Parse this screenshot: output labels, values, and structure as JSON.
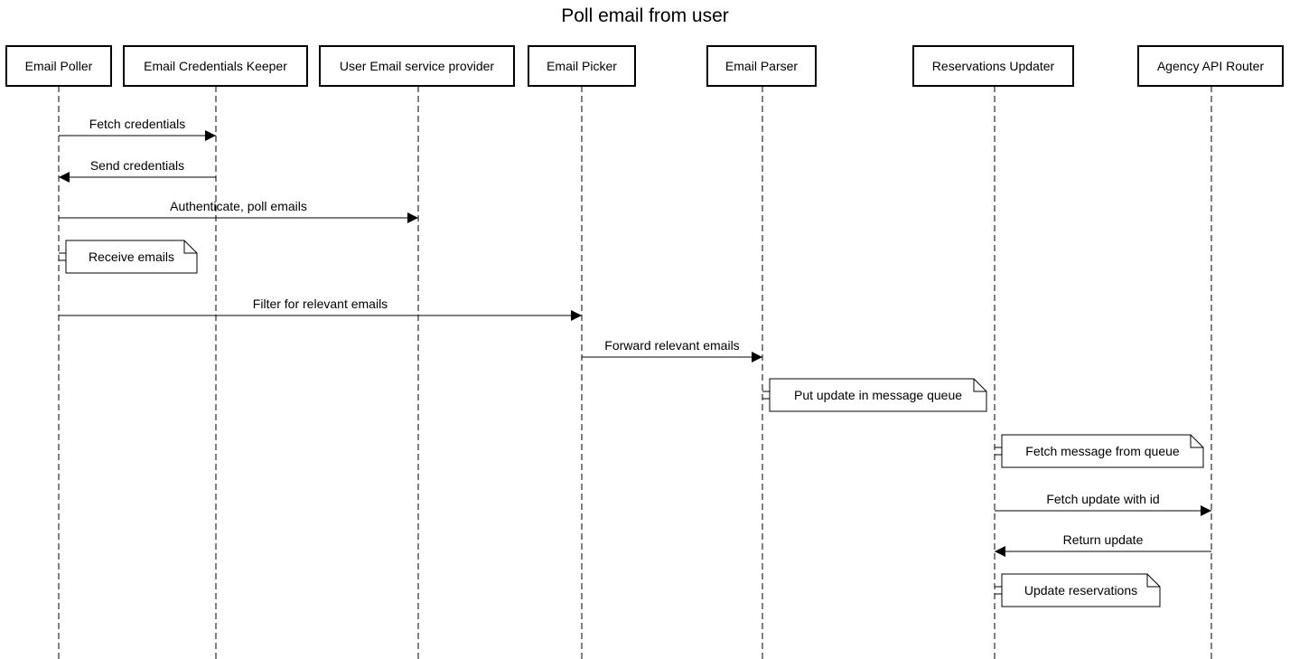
{
  "diagram": {
    "title": "Poll email from user",
    "actors": [
      {
        "id": "poller",
        "label": "Email Poller"
      },
      {
        "id": "keeper",
        "label": "Email Credentials Keeper"
      },
      {
        "id": "provider",
        "label": "User Email service provider"
      },
      {
        "id": "picker",
        "label": "Email Picker"
      },
      {
        "id": "parser",
        "label": "Email Parser"
      },
      {
        "id": "updater",
        "label": "Reservations Updater"
      },
      {
        "id": "router",
        "label": "Agency API Router"
      }
    ],
    "steps": [
      {
        "kind": "message",
        "from": "poller",
        "to": "keeper",
        "label": "Fetch credentials"
      },
      {
        "kind": "message",
        "from": "keeper",
        "to": "poller",
        "label": "Send credentials"
      },
      {
        "kind": "message",
        "from": "poller",
        "to": "provider",
        "label": "Authenticate, poll emails"
      },
      {
        "kind": "note",
        "actor": "poller",
        "label": "Receive emails"
      },
      {
        "kind": "message",
        "from": "poller",
        "to": "picker",
        "label": "Filter for relevant emails"
      },
      {
        "kind": "message",
        "from": "picker",
        "to": "parser",
        "label": "Forward relevant emails"
      },
      {
        "kind": "note",
        "actor": "parser",
        "label": "Put update in message queue"
      },
      {
        "kind": "note",
        "actor": "updater",
        "label": "Fetch message from queue"
      },
      {
        "kind": "message",
        "from": "updater",
        "to": "router",
        "label": "Fetch update with id"
      },
      {
        "kind": "message",
        "from": "router",
        "to": "updater",
        "label": "Return update"
      },
      {
        "kind": "note",
        "actor": "updater",
        "label": "Update reservations"
      }
    ]
  }
}
